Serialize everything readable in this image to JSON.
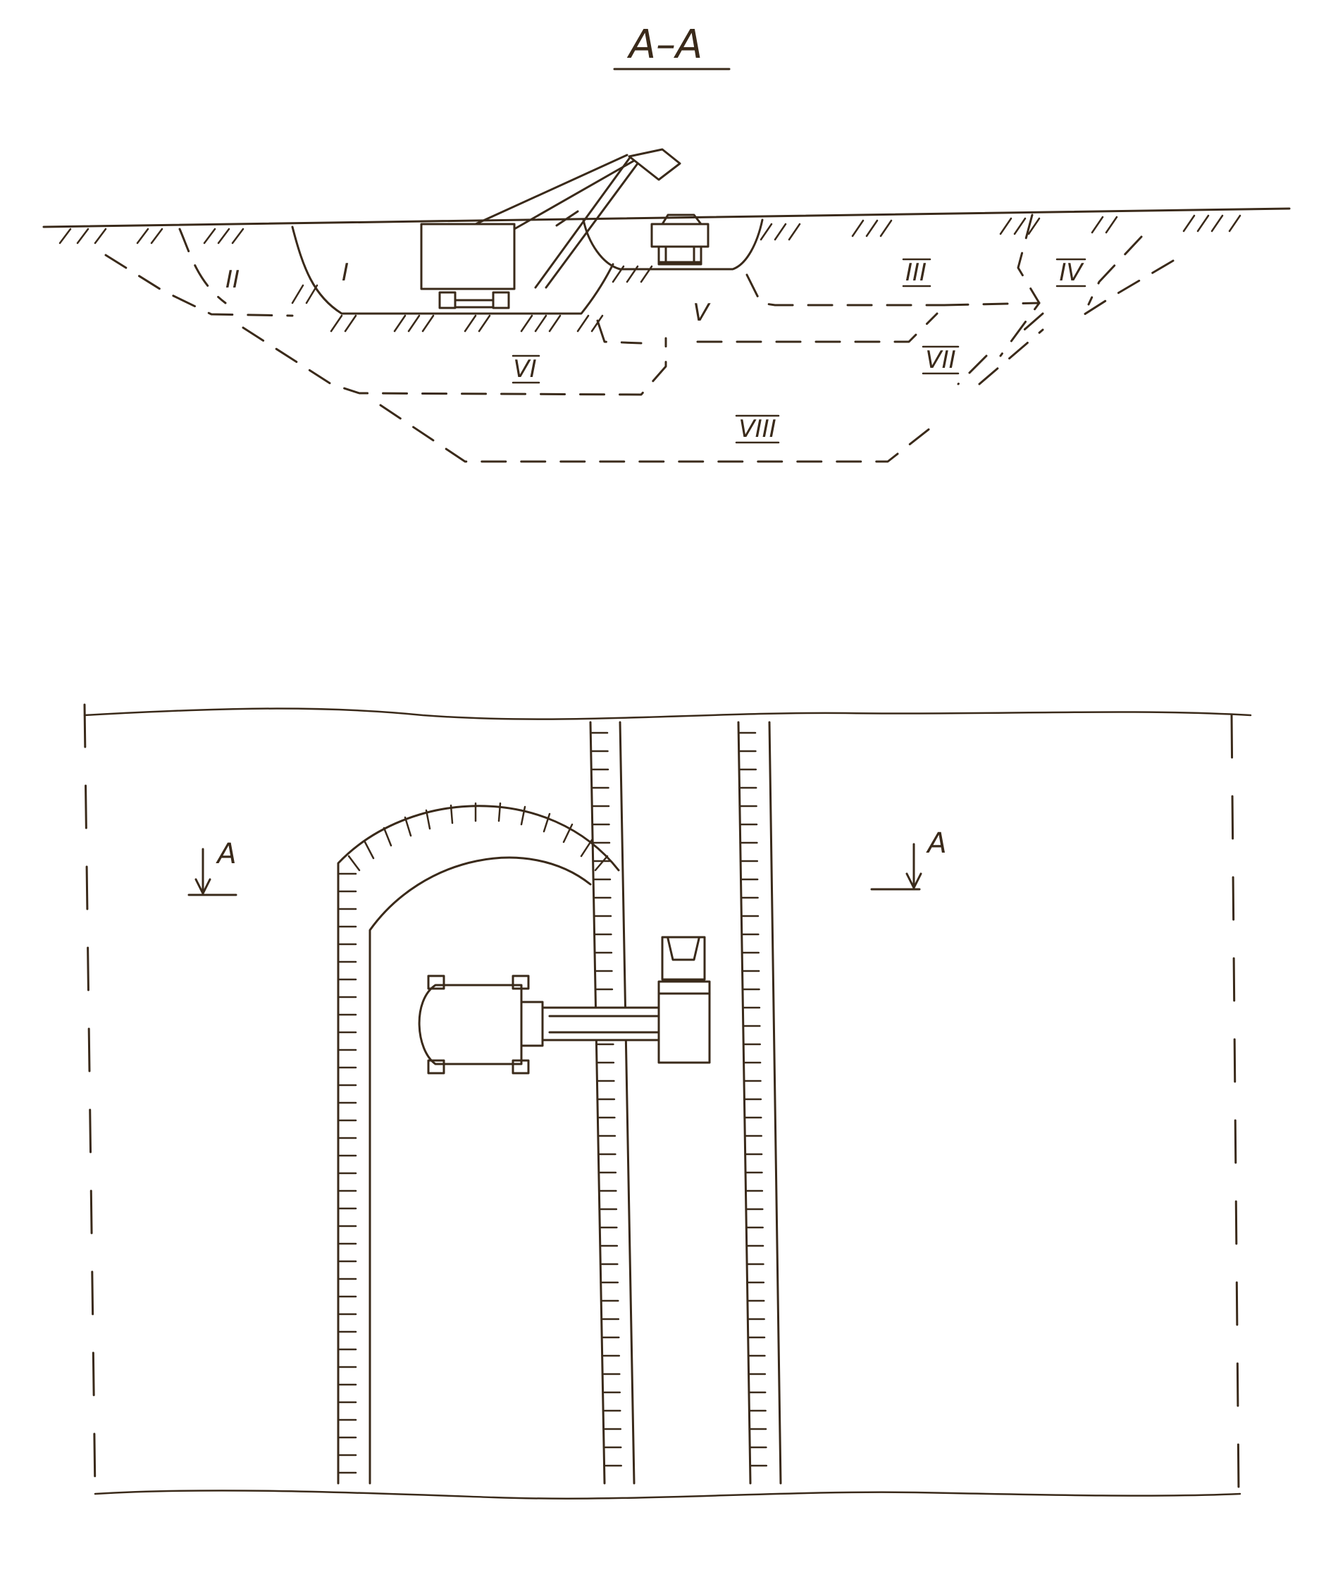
{
  "section_title": "A–A",
  "zone_labels": {
    "I": "I",
    "II": "II",
    "III": "III",
    "IV": "IV",
    "V": "V",
    "VI": "VI",
    "VII": "VII",
    "VIII": "VIII"
  },
  "cut_marks": {
    "left": "A",
    "right": "A"
  },
  "ink_color": "#3a2a1a",
  "paper_color": "#ffffff"
}
